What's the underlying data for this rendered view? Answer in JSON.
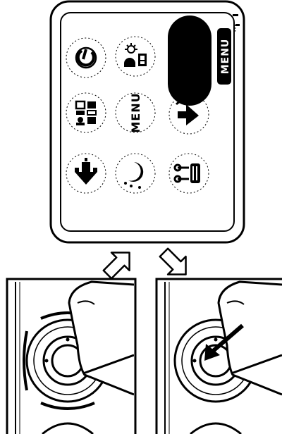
{
  "screen": {
    "menu_tab_label": "MENU",
    "menu_icon_label": "MENU",
    "corner_marks": "···"
  },
  "icons": [
    {
      "name": "power-icon",
      "row": 0,
      "col": 0
    },
    {
      "name": "brightness-icon",
      "row": 0,
      "col": 1
    },
    {
      "name": "playback-camera-icon",
      "row": 1,
      "col": 0
    },
    {
      "name": "menu-icon",
      "row": 1,
      "col": 1
    },
    {
      "name": "transfer-icon",
      "row": 1,
      "col": 2
    },
    {
      "name": "save-download-icon",
      "row": 2,
      "col": 0
    },
    {
      "name": "night-mode-icon",
      "row": 2,
      "col": 1
    },
    {
      "name": "tools-settings-icon",
      "row": 2,
      "col": 2
    }
  ],
  "illustrations": [
    {
      "name": "joystick-move-illustration",
      "action": "move"
    },
    {
      "name": "joystick-press-illustration",
      "action": "press"
    }
  ]
}
